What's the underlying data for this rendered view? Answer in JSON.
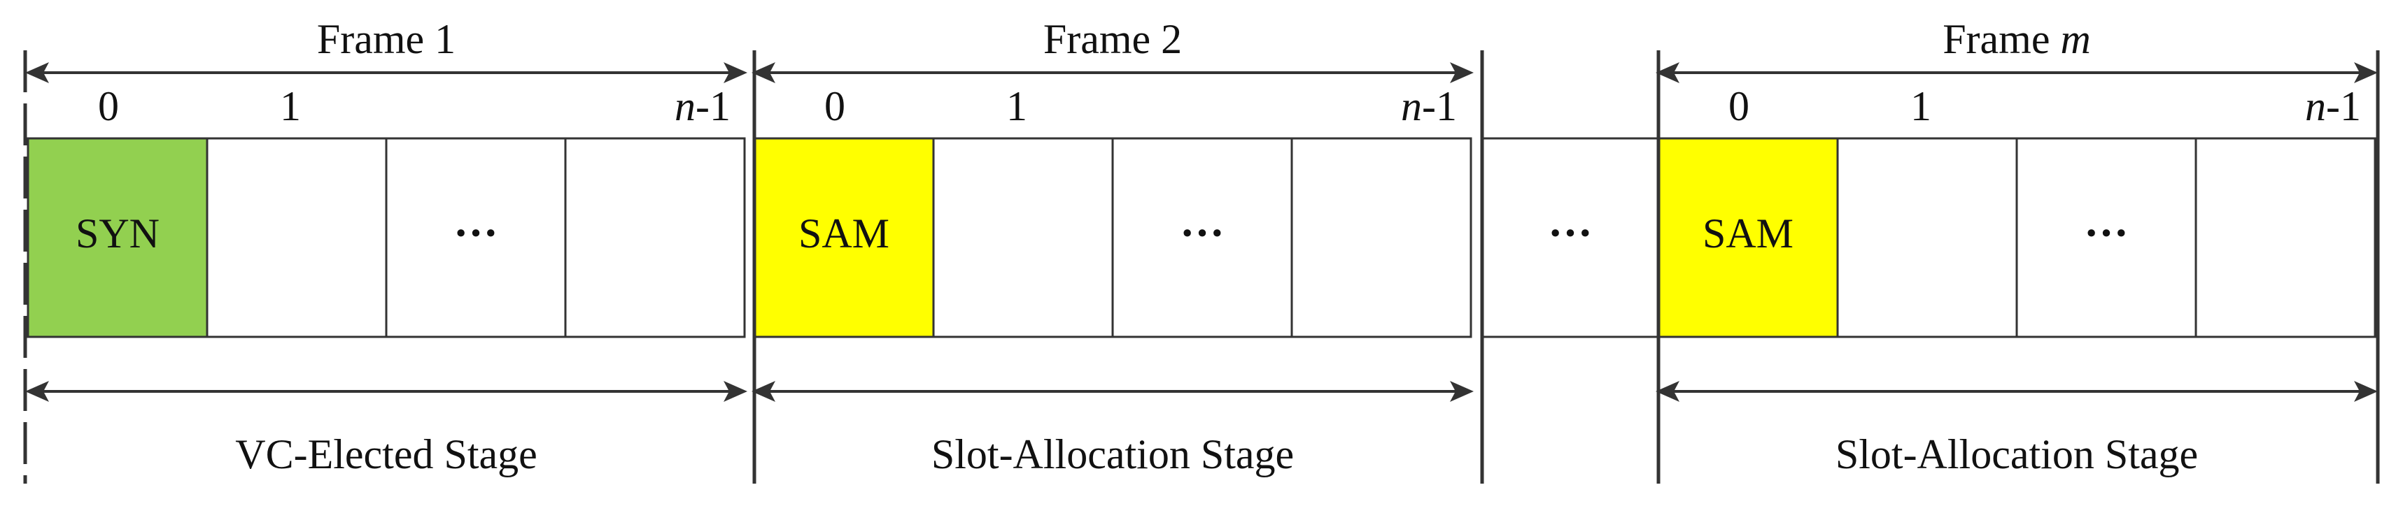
{
  "frames": [
    {
      "title": "Frame 1",
      "title_italic_suffix": "",
      "slot_labels": {
        "first": "0",
        "second": "1",
        "last_italic": "n",
        "last_suffix": "-1"
      },
      "cells": [
        {
          "text": "SYN",
          "fill": "#92d050"
        },
        {
          "text": "",
          "fill": "#ffffff"
        },
        {
          "text": "···",
          "fill": "#ffffff"
        },
        {
          "text": "",
          "fill": "#ffffff"
        }
      ],
      "stage": "VC-Elected Stage"
    },
    {
      "title": "Frame 2",
      "title_italic_suffix": "",
      "slot_labels": {
        "first": "0",
        "second": "1",
        "last_italic": "n",
        "last_suffix": "-1"
      },
      "cells": [
        {
          "text": "SAM",
          "fill": "#ffff00"
        },
        {
          "text": "",
          "fill": "#ffffff"
        },
        {
          "text": "···",
          "fill": "#ffffff"
        },
        {
          "text": "",
          "fill": "#ffffff"
        }
      ],
      "stage": "Slot-Allocation Stage"
    },
    {
      "title": "Frame ",
      "title_italic_suffix": "m",
      "slot_labels": {
        "first": "0",
        "second": "1",
        "last_italic": "n",
        "last_suffix": "-1"
      },
      "cells": [
        {
          "text": "SAM",
          "fill": "#ffff00"
        },
        {
          "text": "",
          "fill": "#ffffff"
        },
        {
          "text": "···",
          "fill": "#ffffff"
        },
        {
          "text": "",
          "fill": "#ffffff"
        }
      ],
      "stage": "Slot-Allocation Stage"
    }
  ],
  "gap_cell": {
    "text": "···"
  },
  "colors": {
    "line": "#333333",
    "syn": "#92d050",
    "sam": "#ffff00"
  }
}
